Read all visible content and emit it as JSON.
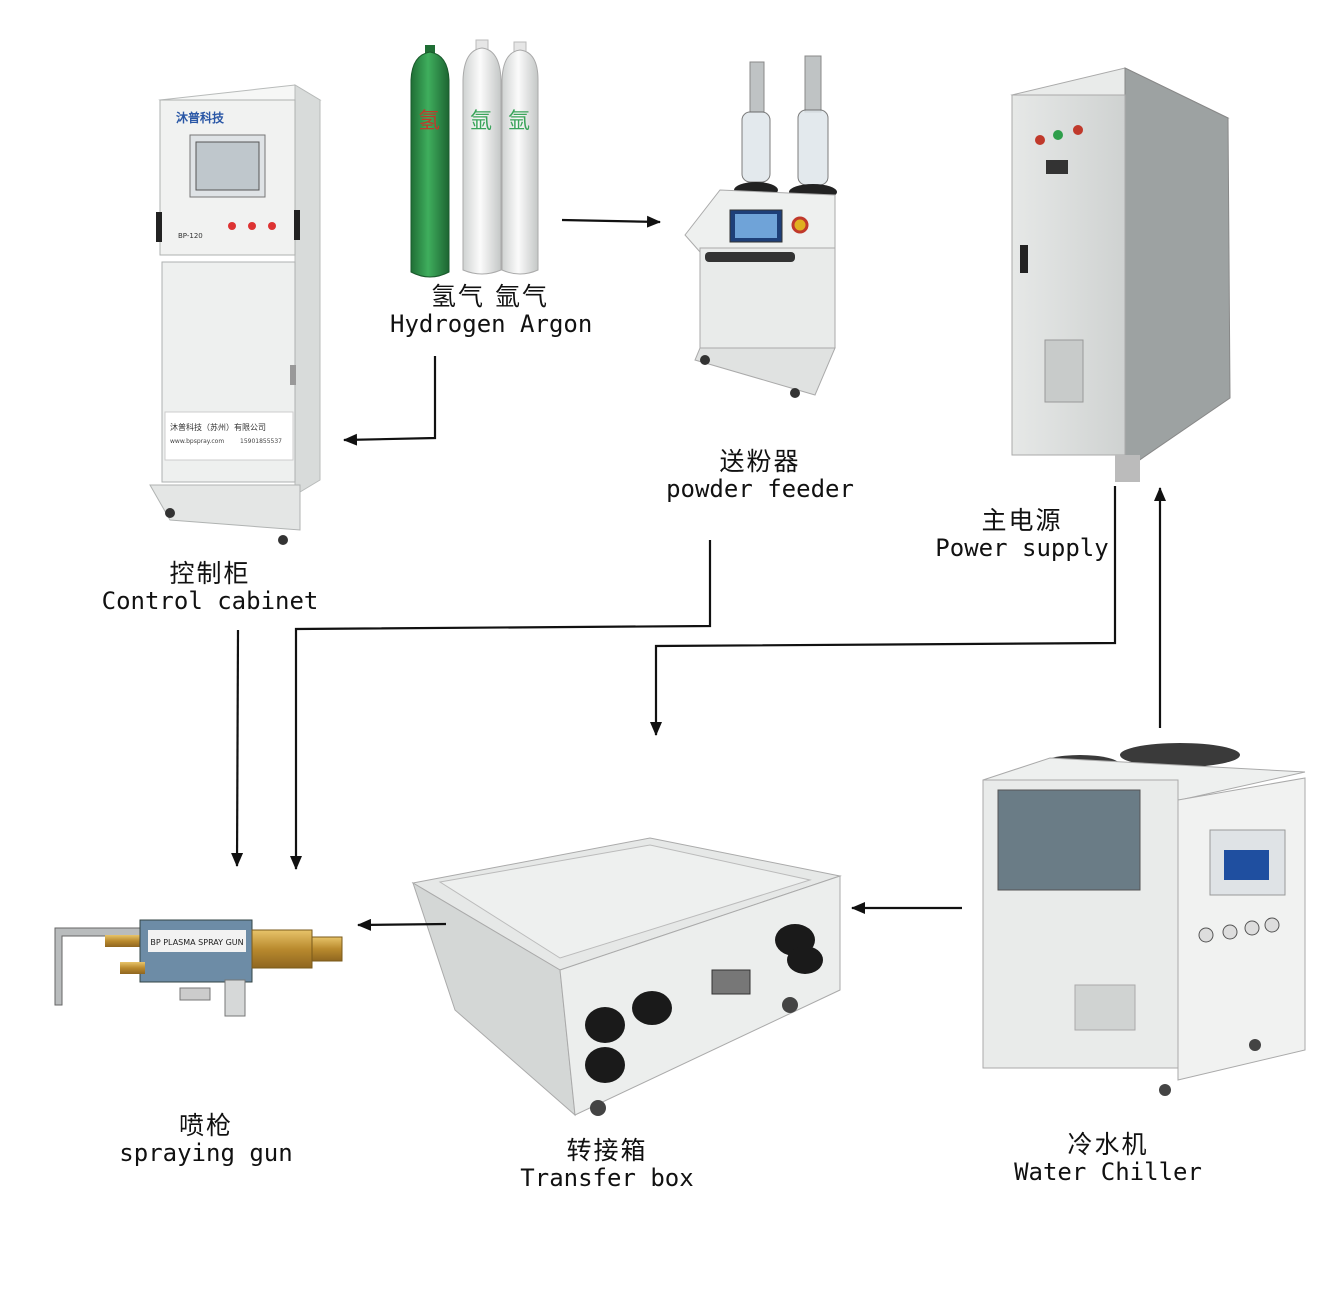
{
  "equipment": {
    "control_cabinet": {
      "zh": "控制柜",
      "en": "Control cabinet",
      "brand": "沐普科技",
      "model": "BP-120",
      "company": "沐普科技（苏州）有限公司",
      "website": "www.bpspray.com",
      "phone": "15901855537"
    },
    "gas_cylinders": {
      "zh": "氢气  氩气",
      "en": "Hydrogen Argon",
      "cylinder_marks": [
        "氢",
        "氩",
        "氩"
      ]
    },
    "powder_feeder": {
      "zh": "送粉器",
      "en": "powder feeder"
    },
    "power_supply": {
      "zh": "主电源",
      "en": "Power supply"
    },
    "spraying_gun": {
      "zh": "喷枪",
      "en": "spraying gun",
      "gun_label": "BP PLASMA SPRAY GUN"
    },
    "transfer_box": {
      "zh": "转接箱",
      "en": "Transfer box"
    },
    "water_chiller": {
      "zh": "冷水机",
      "en": "Water Chiller"
    }
  },
  "colors": {
    "cabinet": "#eef0ef",
    "cylinder_green": "#2f8f4a",
    "cylinder_white": "#f2f3f2",
    "power_supply": "#d9dbda",
    "brass": "#c89a3a",
    "arrow": "#111111"
  },
  "connections": [
    {
      "from": "gas_cylinders",
      "to": "powder_feeder"
    },
    {
      "from": "gas_cylinders",
      "to": "control_cabinet"
    },
    {
      "from": "control_cabinet",
      "to": "spraying_gun"
    },
    {
      "from": "powder_feeder",
      "to": "spraying_gun"
    },
    {
      "from": "power_supply",
      "to": "transfer_box"
    },
    {
      "from": "water_chiller",
      "to": "power_supply"
    },
    {
      "from": "water_chiller",
      "to": "transfer_box"
    },
    {
      "from": "transfer_box",
      "to": "spraying_gun"
    }
  ]
}
